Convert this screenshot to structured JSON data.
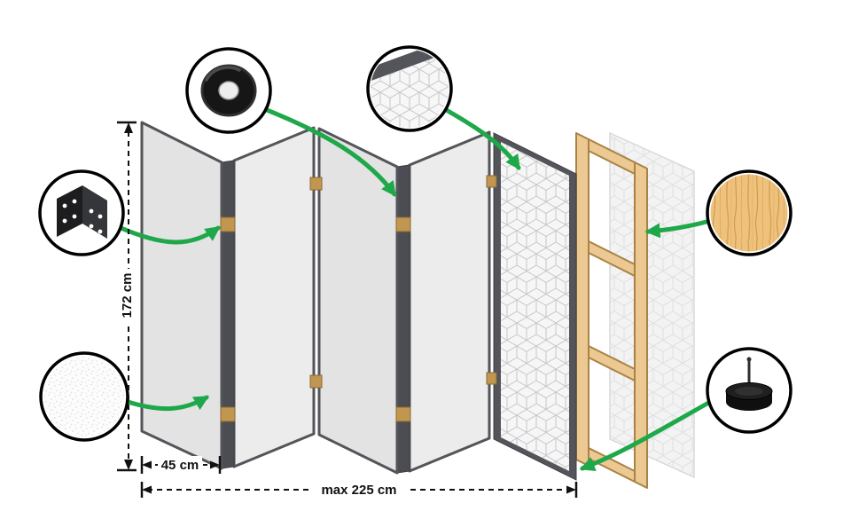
{
  "diagram": {
    "dimensions": {
      "height_label": "172 cm",
      "panel_width_label": "45 cm",
      "total_width_label": "max 225 cm"
    },
    "callouts": [
      {
        "name": "hinge",
        "icon": "corner-bracket-icon"
      },
      {
        "name": "tape",
        "icon": "tape-roll-icon"
      },
      {
        "name": "fleece",
        "icon": "fleece-texture-icon"
      },
      {
        "name": "pattern",
        "icon": "geometric-pattern-icon"
      },
      {
        "name": "wood",
        "icon": "wood-grain-icon"
      },
      {
        "name": "foot",
        "icon": "floor-pad-icon"
      }
    ],
    "colors": {
      "accent_green": "#1ea84a",
      "panel_gray": "#e9e9e9",
      "edge_dark": "#54555a",
      "wood": "#ecc993",
      "hinge_tan": "#c09650"
    }
  }
}
